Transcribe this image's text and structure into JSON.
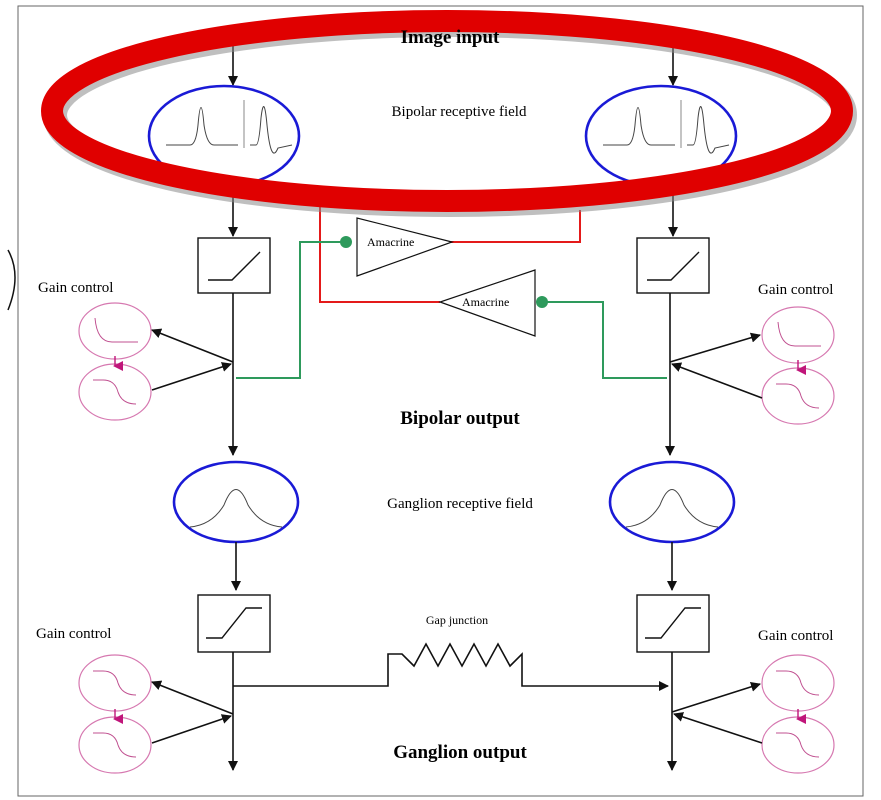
{
  "title": "Image input",
  "bipolar_rf_label": "Bipolar receptive field",
  "amacrine_top": "Amacrine",
  "amacrine_bottom": "Amacrine",
  "gain_control_top_left": "Gain control",
  "gain_control_top_right": "Gain control",
  "bipolar_output": "Bipolar output",
  "ganglion_rf_label": "Ganglion receptive field",
  "gap_junction": "Gap junction",
  "gain_control_bottom_left": "Gain control",
  "gain_control_bottom_right": "Gain control",
  "ganglion_output": "Ganglion output",
  "colors": {
    "highlight_ring": "#e00000",
    "receptive_field": "#1a1ad6",
    "gain_control": "#d678b0",
    "inhibitory": "#e41a1a",
    "excitatory": "#2e9a5c"
  }
}
